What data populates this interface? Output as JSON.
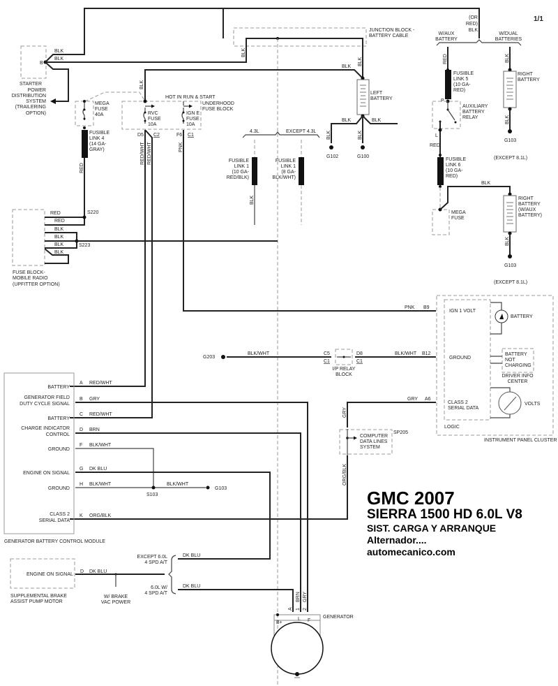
{
  "page": {
    "number": "1/1"
  },
  "title_block": {
    "line1": "GMC 2007",
    "line2": "SIERRA 1500 HD  6.0L  V8",
    "line3": "SIST. CARGA Y ARRANQUE",
    "line4": "Alternador....",
    "line5": "automecanico.com"
  },
  "components": {
    "starter": {
      "pin": "B",
      "label": [
        "STARTER"
      ]
    },
    "power_dist": [
      "POWER",
      "DISTRIBUTION",
      "SYSTEM",
      "(TRAILERING",
      "OPTION)"
    ],
    "junction_block": [
      "JUNCTION BLOCK -",
      "BATTERY CABLE"
    ],
    "left_battery": [
      "LEFT",
      "BATTERY"
    ],
    "mega_fuse_40a": [
      "MEGA",
      "FUSE",
      "40A"
    ],
    "fusible_link_4": [
      "FUSIBLE",
      "LINK 4",
      "(14 GA-",
      "GRAY)"
    ],
    "hot_in_run": "HOT IN RUN & START",
    "underhood_fuse_block": [
      "UNDERHOOD",
      "FUSE BLOCK"
    ],
    "rvc_fuse": [
      "RVC",
      "FUSE",
      "10A"
    ],
    "ign_e_fuse": [
      "IGN E",
      "FUSE",
      "10A"
    ],
    "fuse_block_radio": [
      "FUSE BLOCK-",
      "MOBILE RADIO",
      "(UPFITTER OPTION)"
    ],
    "fl1_43": [
      "FUSIBLE",
      "LINK 1",
      "(10 GA-",
      "RED/BLK)"
    ],
    "fl1_except": [
      "FUSIBLE",
      "LINK 1",
      "(8 GA-",
      "BLK/WHT)"
    ],
    "opt_43": "4.3L",
    "opt_except_43": "EXCEPT 4.3L",
    "w_aux_battery": [
      "W/AUX",
      "BATTERY"
    ],
    "w_dual_batteries": [
      "W/DUAL",
      "BATTERIES"
    ],
    "or_red_blk": [
      "(OR",
      "RED)",
      "BLK"
    ],
    "fusible_link_5": [
      "FUSIBLE",
      "LINK 5",
      "(10 GA-",
      "RED)"
    ],
    "aux_battery_relay": [
      "AUXILIARY",
      "BATTERY",
      "RELAY"
    ],
    "right_battery": [
      "RIGHT",
      "BATTERY"
    ],
    "fusible_link_6": [
      "FUSIBLE",
      "LINK 6",
      "(10 GA-",
      "RED)"
    ],
    "mega_fuse": [
      "MEGA",
      "FUSE"
    ],
    "right_battery_aux": [
      "RIGHT",
      "BATTERY",
      "(W/AUX",
      "BATTERY)"
    ],
    "except_81_a": "(EXCEPT 8.1L)",
    "except_81_b": "(EXCEPT 8.1L)",
    "ip_relay_block": [
      "I/P RELAY",
      "BLOCK"
    ],
    "ipc": {
      "ign1": "IGN 1 VOLT",
      "battery": "BATTERY",
      "ground": "GROUND",
      "bnc": [
        "BATTERY",
        "NOT",
        "CHARGING"
      ],
      "dic": [
        "DRIVER INFO",
        "CENTER"
      ],
      "class2": [
        "CLASS 2",
        "SERIAL DATA"
      ],
      "volts": "VOLTS",
      "logic": "LOGIC",
      "name": "INSTRUMENT PANEL CLUSTER"
    },
    "computer_data": [
      "COMPUTER",
      "DATA LINES",
      "SYSTEM"
    ],
    "sp205": "SP205",
    "gbcm": {
      "name": "GENERATOR BATTERY CONTROL MODULE",
      "pins": [
        {
          "pin": "A",
          "label": [
            "BATTERY"
          ],
          "wire": "RED/WHT"
        },
        {
          "pin": "B",
          "label": [
            "GENERATOR  FIELD",
            "DUTY CYCLE SIGNAL"
          ],
          "wire": "GRY"
        },
        {
          "pin": "C",
          "label": [
            "BATTERY"
          ],
          "wire": "RED/WHT"
        },
        {
          "pin": "D",
          "label": [
            "CHARGE INDICATOR",
            "CONTROL"
          ],
          "wire": "BRN"
        },
        {
          "pin": "F",
          "label": [
            "GROUND"
          ],
          "wire": "BLK/WHT"
        },
        {
          "pin": "G",
          "label": [
            "ENGINE ON SIGNAL"
          ],
          "wire": "DK BLU"
        },
        {
          "pin": "H",
          "label": [
            "GROUND"
          ],
          "wire": "BLK/WHT"
        },
        {
          "pin": "K",
          "label": [
            "CLASS 2",
            "SERIAL DATA"
          ],
          "wire": "ORG/BLK"
        }
      ]
    },
    "brake_pump": {
      "name": [
        "SUPPLEMENTAL BRAKE",
        "ASSIST PUMP MOTOR"
      ],
      "pin": "D",
      "pin_label": "ENGINE ON SIGNAL",
      "wire": "DK BLU",
      "vac": [
        "W/ BRAKE",
        "VAC POWER"
      ],
      "opt1": [
        "EXCEPT 6.0L",
        "4 SPD A/T"
      ],
      "opt2": [
        "6.0L W/",
        "4 SPD A/T"
      ]
    },
    "generator": {
      "name": "GENERATOR",
      "bplus": "B+",
      "l": "L",
      "f": "F",
      "pinA": "A",
      "pin1": "1",
      "pin2": "2"
    }
  },
  "wires": {
    "blk": "BLK",
    "red": "RED",
    "pnk": "PNK",
    "redwht": "RED/WHT",
    "blkwht": "BLK/WHT",
    "gry": "GRY",
    "brn": "BRN",
    "orgblk": "ORG/BLK",
    "dkblu": "DK BLU"
  },
  "connectors": {
    "d5": "D5",
    "c2": "C2",
    "f6": "F6",
    "c1": "C1",
    "b9": "B9",
    "b12": "B12",
    "a6": "A6",
    "c5": "C5",
    "d8": "D8",
    "p": "P",
    "l": "L"
  },
  "grounds": {
    "g102": "G102",
    "g100": "G100",
    "g103": "G103",
    "g203": "G203"
  },
  "splices": {
    "s220": "S220",
    "s223": "S223",
    "s103": "S103"
  }
}
